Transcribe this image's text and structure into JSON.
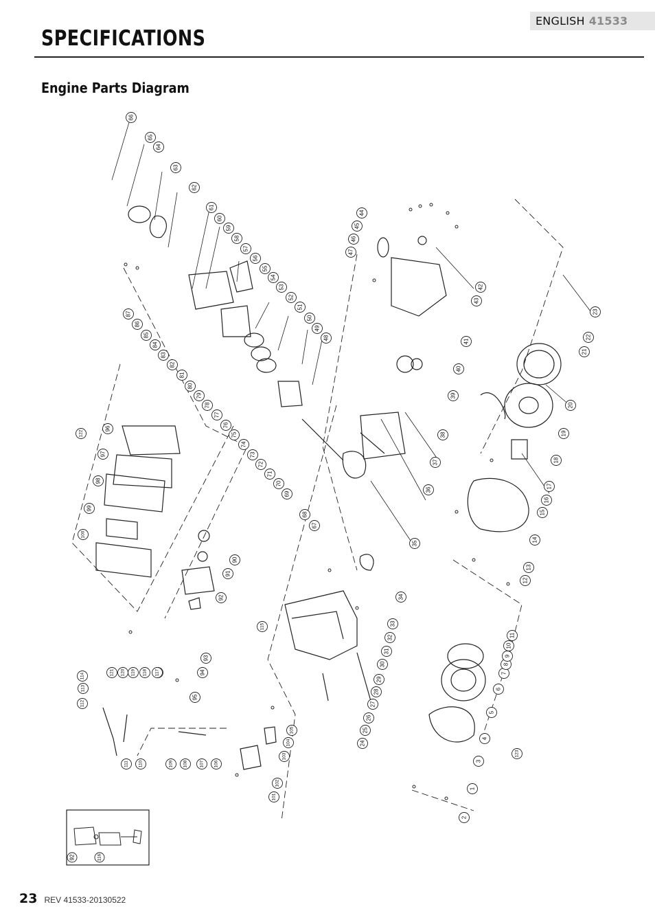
{
  "header": {
    "language": "ENGLISH",
    "model": "41533"
  },
  "title": "SPECIFICATIONS",
  "section_title": "Engine Parts Diagram",
  "part_numbers": [
    "1",
    "2",
    "3",
    "4",
    "5",
    "6",
    "7",
    "8",
    "9",
    "10",
    "11",
    "12",
    "13",
    "14",
    "15",
    "16",
    "17",
    "18",
    "19",
    "20",
    "21",
    "22",
    "23",
    "24",
    "25",
    "26",
    "27",
    "28",
    "29",
    "30",
    "31",
    "32",
    "33",
    "34",
    "35",
    "36",
    "37",
    "38",
    "39",
    "40",
    "41",
    "42",
    "43",
    "44",
    "45",
    "46",
    "47",
    "48",
    "49",
    "50",
    "51",
    "52",
    "53",
    "54",
    "55",
    "56",
    "57",
    "58",
    "59",
    "60",
    "61",
    "62",
    "63",
    "64",
    "65",
    "66",
    "67",
    "68",
    "69",
    "70",
    "71",
    "72",
    "73",
    "74",
    "75",
    "76",
    "77",
    "78",
    "79",
    "80",
    "81",
    "82",
    "83",
    "84",
    "85",
    "86",
    "87",
    "90",
    "91",
    "92",
    "93",
    "94",
    "95",
    "96",
    "97",
    "98",
    "99",
    "100",
    "101",
    "102",
    "103",
    "104",
    "105",
    "106",
    "107",
    "108",
    "109",
    "110",
    "111",
    "112",
    "113",
    "114",
    "115",
    "116",
    "117",
    "118",
    "119",
    "120",
    "121",
    "122",
    "123"
  ],
  "inset_labels": [
    "92",
    "116"
  ],
  "footer": {
    "page": "23",
    "revision": "REV 41533-20130522"
  }
}
